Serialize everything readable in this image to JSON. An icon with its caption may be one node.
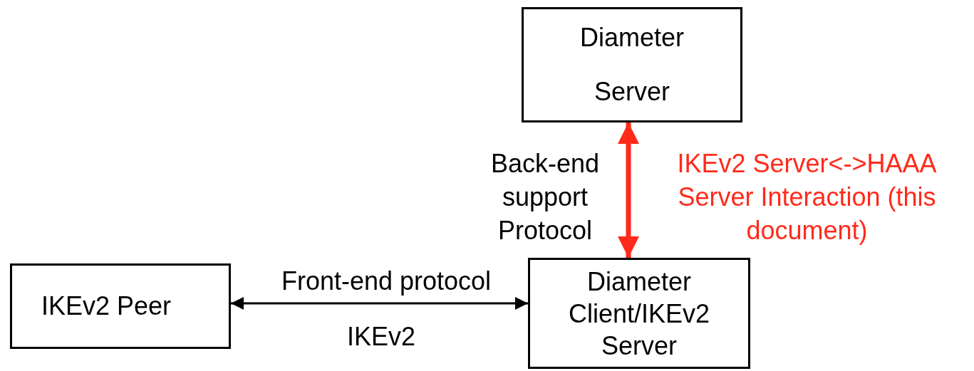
{
  "diagram": {
    "nodes": [
      {
        "text": [
          "Diameter Server"
        ]
      },
      {
        "text": [
          "IKEv2 Peer"
        ]
      },
      {
        "text": [
          "Diameter Client/IKEv2 Server"
        ]
      }
    ],
    "edges": [
      {
        "from": 0,
        "to": 2,
        "arrow": "both",
        "style": "thick",
        "color": "#ff2a1a",
        "label": "IKEv2 Server<->HAAA Server Interaction (this document)"
      },
      {
        "from": 1,
        "to": 2,
        "arrow": "both",
        "color": "#000000",
        "label": "Front-end protocol"
      }
    ],
    "labels": [
      "Back-end support Protocol",
      "IKEv2"
    ]
  }
}
